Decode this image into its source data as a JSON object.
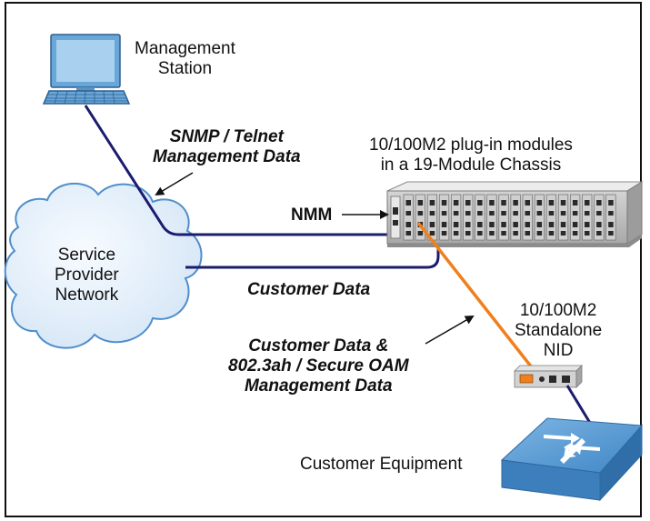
{
  "labels": {
    "management_station": [
      "Management",
      "Station"
    ],
    "snmp_telnet": [
      "SNMP / Telnet",
      "Management Data"
    ],
    "chassis": [
      "10/100M2 plug-in modules",
      "in a 19-Module Chassis"
    ],
    "nmm": "NMM",
    "service_provider_network": [
      "Service",
      "Provider",
      "Network"
    ],
    "customer_data": "Customer Data",
    "customer_data_oam": [
      "Customer Data &",
      "802.3ah / Secure OAM",
      "Management Data"
    ],
    "standalone_nid": [
      "10/100M2",
      "Standalone",
      "NID"
    ],
    "customer_equipment": "Customer Equipment"
  },
  "icons": {
    "management_station": "computer-monitor-icon",
    "keyboard": "keyboard-icon",
    "cloud": "cloud-icon",
    "chassis": "rack-chassis-icon",
    "nid": "standalone-nid-icon",
    "switch": "network-switch-icon"
  },
  "colors": {
    "management_line": "#1c1c6e",
    "fiber_line": "#f07f1c",
    "monitor": "#6aa7d9",
    "cloud_fill": "#e3eef9",
    "cloud_stroke": "#4f8fcb",
    "switch": "#4a93cf"
  }
}
